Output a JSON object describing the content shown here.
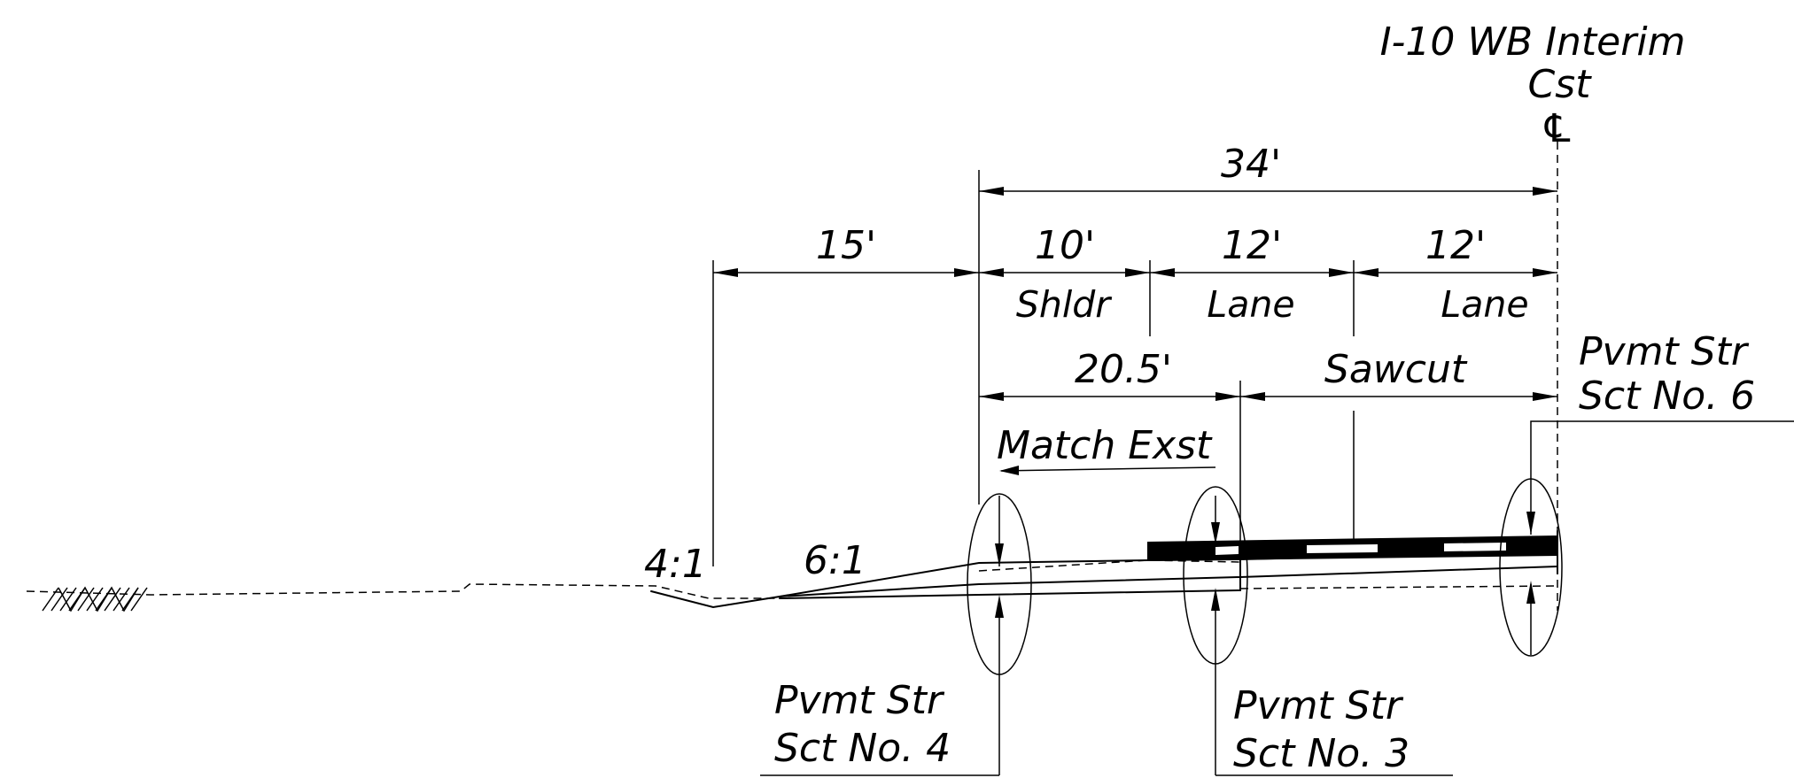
{
  "header": {
    "title_line1": "I-10 WB Interim",
    "title_line2": "Cst",
    "centerline_symbol": "℄"
  },
  "dimensions": {
    "overall": "34'",
    "offset_left": "15'",
    "shoulder_width": "10'",
    "lane1_width": "12'",
    "lane2_width": "12'",
    "match_width": "20.5'"
  },
  "labels": {
    "shoulder": "Shldr",
    "lane1": "Lane",
    "lane2": "Lane",
    "sawcut": "Sawcut",
    "match_existing": "Match Exst",
    "slope_steep": "4:1",
    "slope_flat": "6:1"
  },
  "callouts": {
    "pvmt4_line1": "Pvmt Str",
    "pvmt4_line2": "Sct No. 4",
    "pvmt3_line1": "Pvmt Str",
    "pvmt3_line2": "Sct No. 3",
    "pvmt6_line1": "Pvmt Str",
    "pvmt6_line2": "Sct No. 6"
  }
}
